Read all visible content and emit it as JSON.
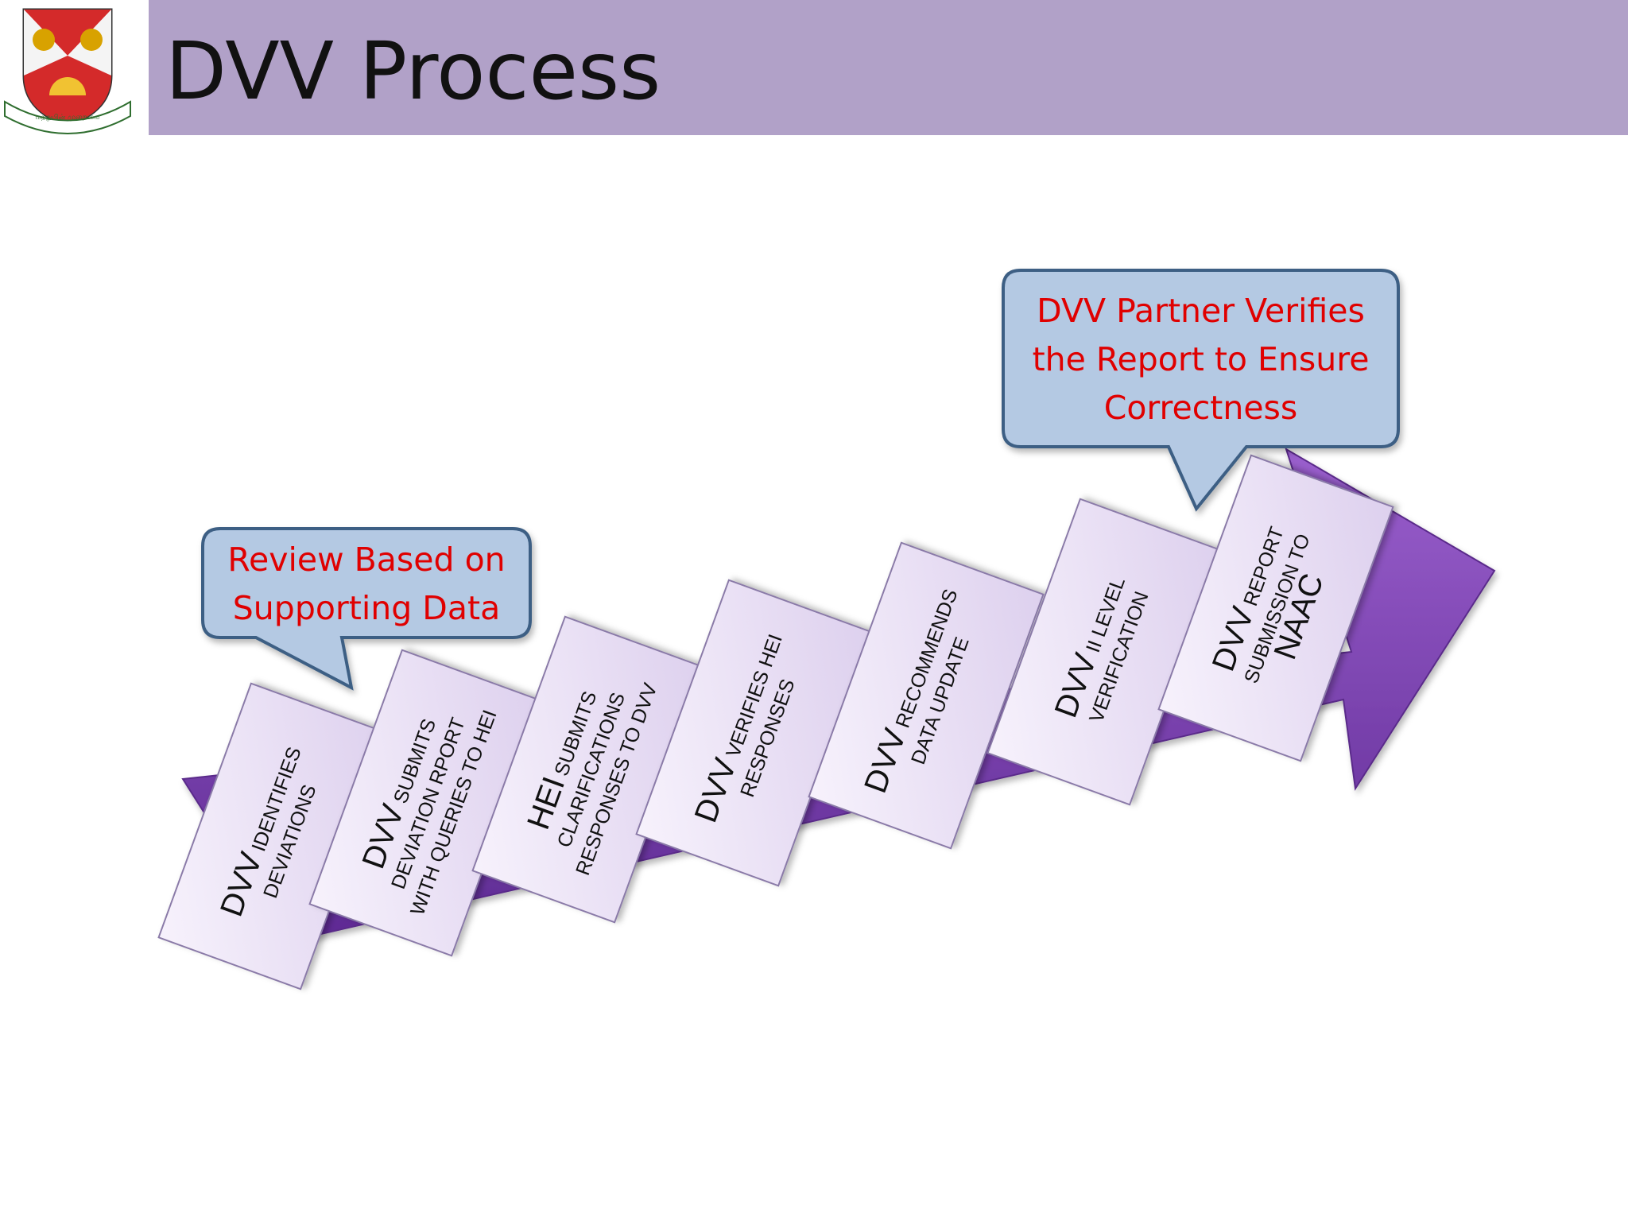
{
  "slide": {
    "title": "DVV Process"
  },
  "logo": {
    "icon": "university-crest-icon",
    "motto": "மற்றுபின் முறைமை"
  },
  "colors": {
    "header": "#b1a1c8",
    "arrow": "#7a3fb0",
    "callout_fill": "#b4c9e3",
    "callout_border": "#3e5f84",
    "callout_text": "#e00000",
    "step_text": "#111111"
  },
  "callouts": [
    {
      "lines": [
        "Review Based on",
        "Supporting Data"
      ]
    },
    {
      "lines": [
        "DVV Partner Verifies",
        "the Report to Ensure",
        "Correctness"
      ]
    }
  ],
  "steps": [
    {
      "label": "DVV",
      "lines": [
        "IDENTIFIES",
        "DEVIATIONS"
      ]
    },
    {
      "label": "DVV",
      "lines": [
        "SUBMITS",
        "DEVIATION RPORT",
        "WITH QUERIES TO HEI"
      ]
    },
    {
      "label": "HEI",
      "lines": [
        "SUBMITS",
        "CLARIFICATIONS",
        "RESPONSES TO DVV"
      ]
    },
    {
      "label": "DVV",
      "lines": [
        "VERIFIES HEI",
        "RESPONSES"
      ]
    },
    {
      "label": "DVV",
      "lines": [
        "RECOMMENDS",
        "DATA UPDATE"
      ]
    },
    {
      "label": "DVV",
      "lines": [
        "II LEVEL",
        "VERIFICATION"
      ]
    },
    {
      "label": "DVV",
      "lines": [
        "REPORT",
        "SUBMISSION TO",
        "NAAC"
      ]
    }
  ]
}
